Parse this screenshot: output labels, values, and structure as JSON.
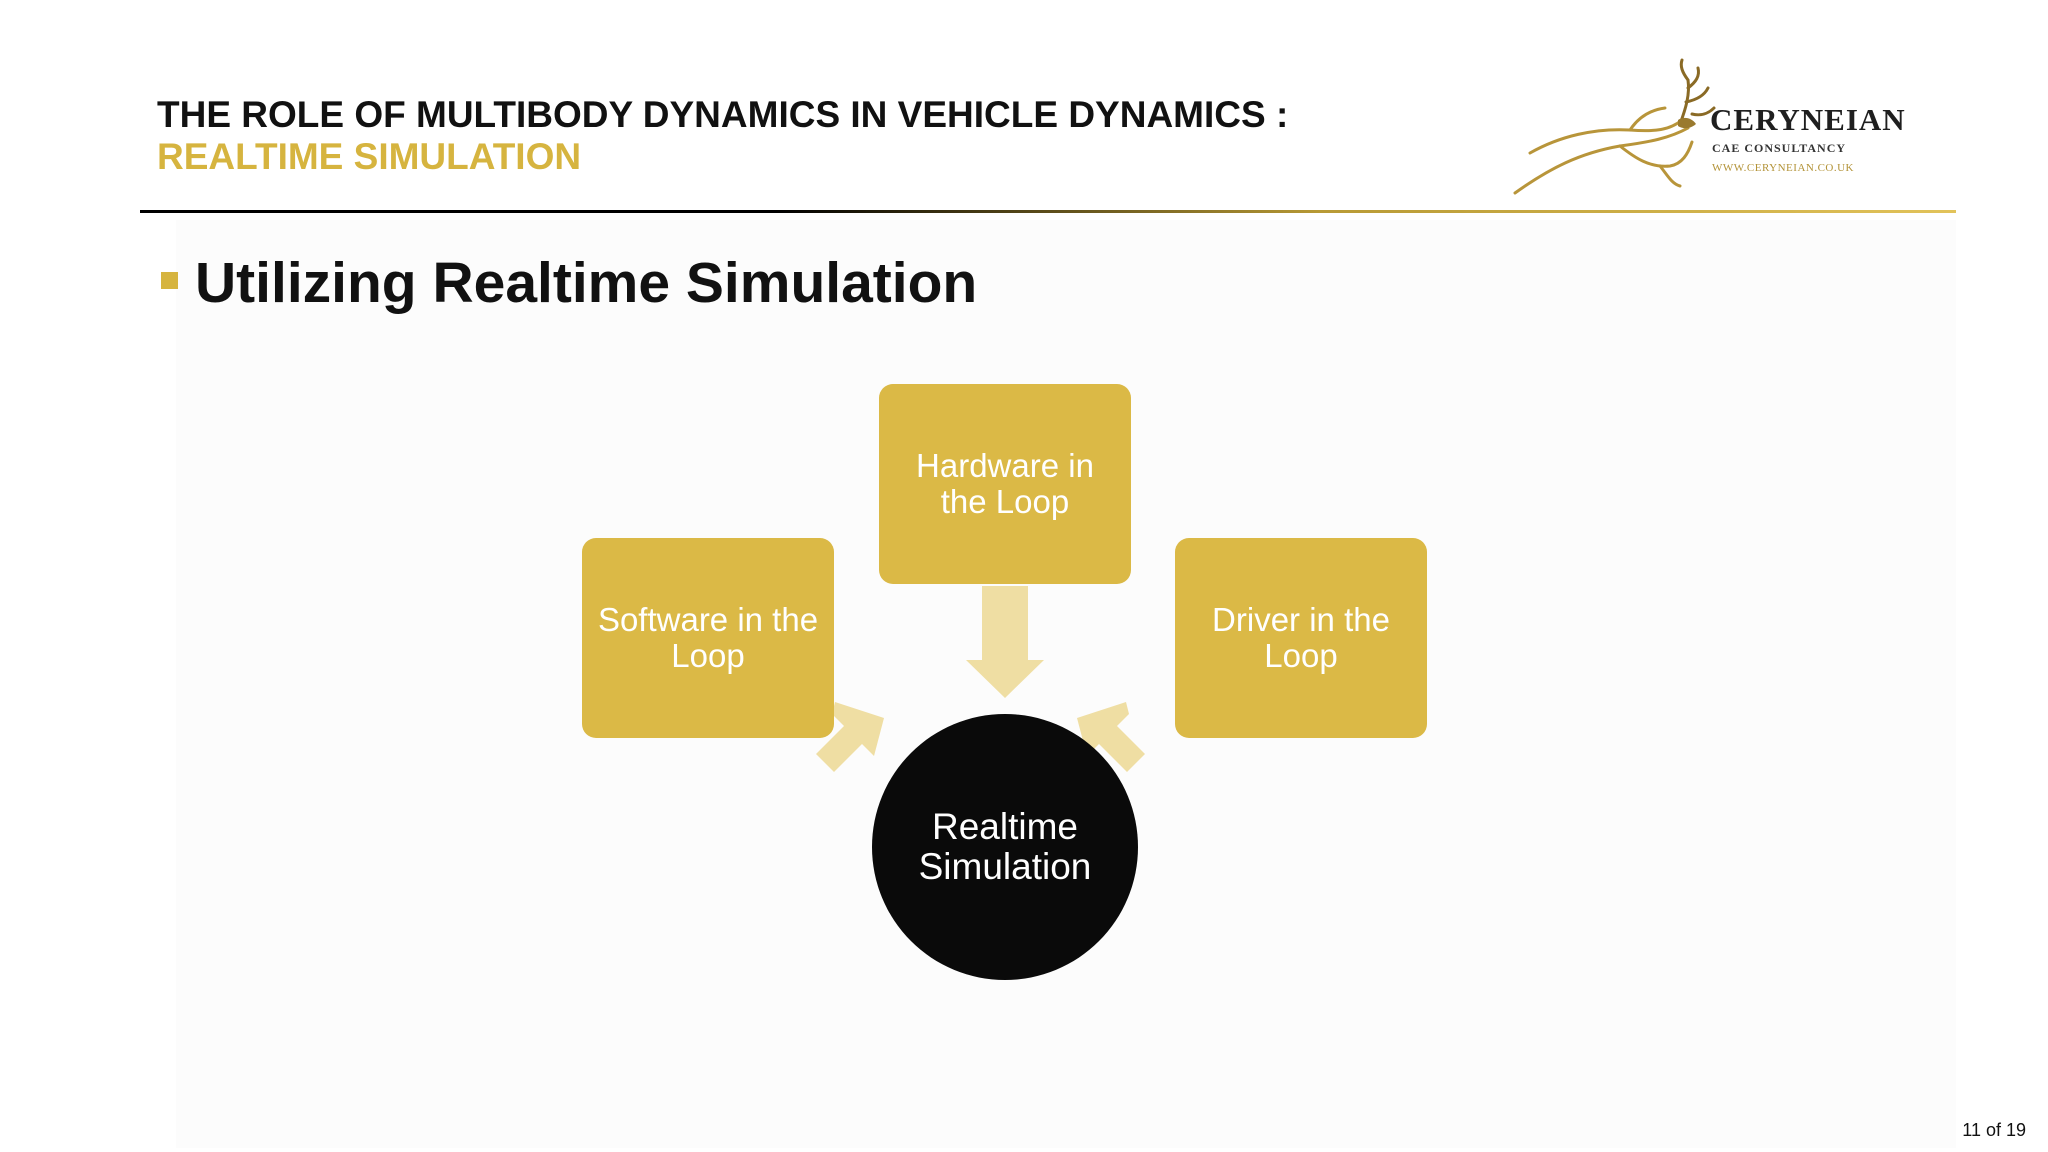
{
  "header": {
    "title": "THE ROLE OF MULTIBODY DYNAMICS IN VEHICLE DYNAMICS :",
    "subtitle": "REALTIME SIMULATION"
  },
  "logo": {
    "name": "CERYNEIAN",
    "tagline": "CAE CONSULTANCY",
    "url": "WWW.CERYNEIAN.CO.UK",
    "icon": "leaping-stag-icon"
  },
  "bullet": {
    "text": "Utilizing Realtime Simulation",
    "icon": "square-bullet-icon"
  },
  "diagram": {
    "center": "Realtime\nSimulation",
    "nodes": [
      {
        "id": "software",
        "label": "Software in the\nLoop"
      },
      {
        "id": "hardware",
        "label": "Hardware in\nthe Loop"
      },
      {
        "id": "driver",
        "label": "Driver in the\nLoop"
      }
    ]
  },
  "footer": {
    "page_number": "11 of 19"
  },
  "colors": {
    "accent_gold": "#d6b43f",
    "box_fill": "#dbb946",
    "arrow_fill": "#efdea3",
    "center_fill": "#0a0a0a",
    "text_dark": "#111111"
  }
}
